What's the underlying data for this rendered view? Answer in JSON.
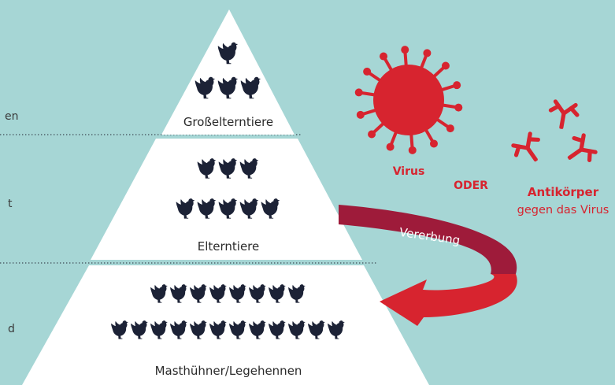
{
  "tiers": [
    {
      "label": "Großelterntiere",
      "rows": [
        1,
        3
      ]
    },
    {
      "label": "Elterntiere",
      "rows": [
        3,
        5
      ]
    },
    {
      "label": "Masthühner/Legehennen",
      "rows": [
        8,
        12
      ]
    }
  ],
  "side_fragments": {
    "top": "en",
    "middle": "t",
    "bottom": "d"
  },
  "virus": {
    "label": "Virus",
    "icon": "virus-icon"
  },
  "or_label": "ODER",
  "antibody": {
    "label": "Antikörper",
    "sublabel": "gegen das Virus",
    "icon": "antibody-icon"
  },
  "inheritance": {
    "label": "Vererbung",
    "icon": "curved-arrow-icon"
  },
  "colors": {
    "background": "#a6d6d5",
    "pyramid": "#ffffff",
    "red": "#d7242f",
    "arrow_band": "#9e1b3a",
    "chicken": "#1c2236"
  }
}
